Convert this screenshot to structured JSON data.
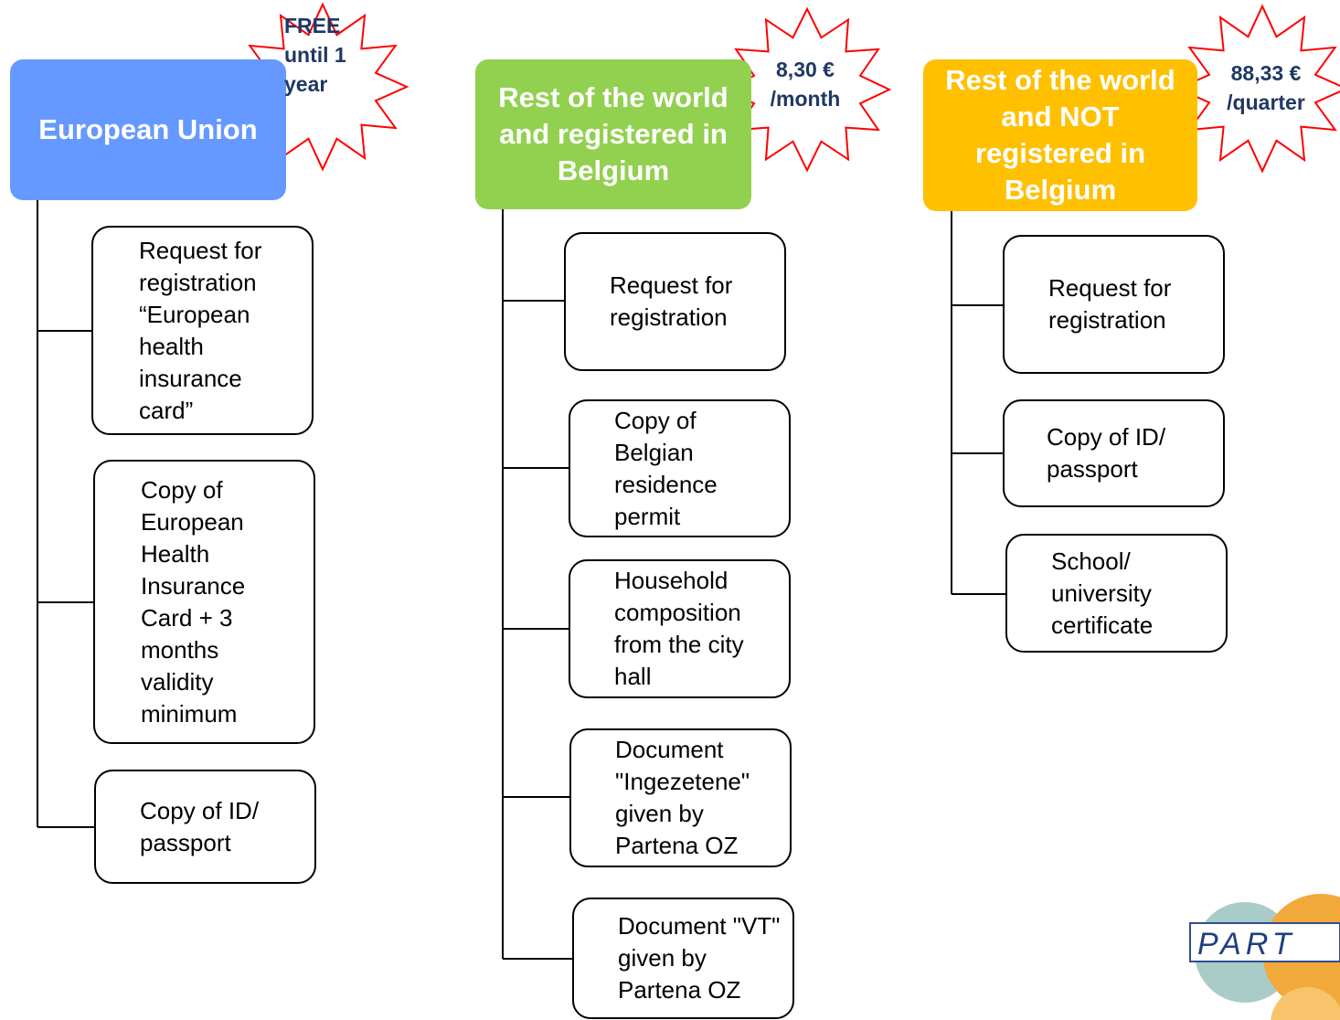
{
  "colors": {
    "eu": "#6699ff",
    "world_registered": "#92d050",
    "world_not_registered": "#ffc000",
    "badge_stroke": "#ff0000",
    "badge_text": "#1f3864"
  },
  "columns": [
    {
      "title": "European Union",
      "price": "FREE until 1 year",
      "documents": [
        "Request for registration “European health insurance card”",
        "Copy of European Health Insurance Card + 3 months validity minimum",
        "Copy of ID/ passport"
      ]
    },
    {
      "title": "Rest of the world and registered in Belgium",
      "price": "8,30 € /month",
      "documents": [
        "Request for registration",
        "Copy of Belgian residence permit",
        "Household composition from the city hall",
        "Document \"Ingezetene\" given by Partena OZ",
        "Document \"VT\" given by Partena OZ"
      ]
    },
    {
      "title": "Rest of the world and NOT registered in Belgium",
      "price": "88,33 € /quarter",
      "documents": [
        "Request for registration",
        "Copy of ID/ passport",
        "School/ university certificate"
      ]
    }
  ],
  "logo": {
    "text": "PART",
    "icon": "partena-logo-icon"
  }
}
